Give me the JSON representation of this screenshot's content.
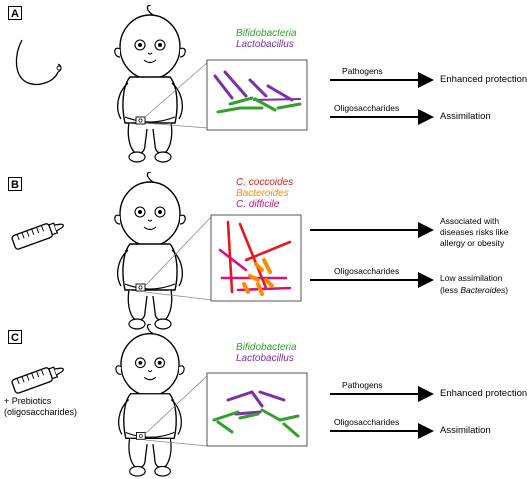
{
  "colors": {
    "bifido": "#33a02c",
    "lacto": "#7b2fa8",
    "coccoides": "#e31a1c",
    "bacteroides": "#ff8c00",
    "difficile": "#d6127a"
  },
  "panel_a": {
    "letter": "A",
    "bacteria": [
      "Bifidobacteria",
      "Lactobacillus"
    ],
    "arrow_top_label": "Pathogens",
    "arrow_top_outcome": "Enhanced protection",
    "arrow_bottom_label": "Oligosaccharides",
    "arrow_bottom_outcome": "Assimilation"
  },
  "panel_b": {
    "letter": "B",
    "bacteria": [
      "C. coccoides",
      "Bacteroides",
      "C. difficile"
    ],
    "outcome_top_line1": "Associated with",
    "outcome_top_line2": "diseases risks like",
    "outcome_top_line3": "allergy or obesity",
    "arrow_bottom_label": "Oligosaccharides",
    "outcome_bottom_line1": "Low assimilation",
    "outcome_bottom_line2_prefix": "(less ",
    "outcome_bottom_line2_italic": "Bacteroides",
    "outcome_bottom_line2_suffix": ")"
  },
  "panel_c": {
    "letter": "C",
    "prebiotics_line1": "+ Prebiotics",
    "prebiotics_line2": "(oligosaccharides)",
    "bacteria": [
      "Bifidobacteria",
      "Lactobacillus"
    ],
    "arrow_top_label": "Pathogens",
    "arrow_top_outcome": "Enhanced protection",
    "arrow_bottom_label": "Oligosaccharides",
    "arrow_bottom_outcome": "Assimilation"
  }
}
